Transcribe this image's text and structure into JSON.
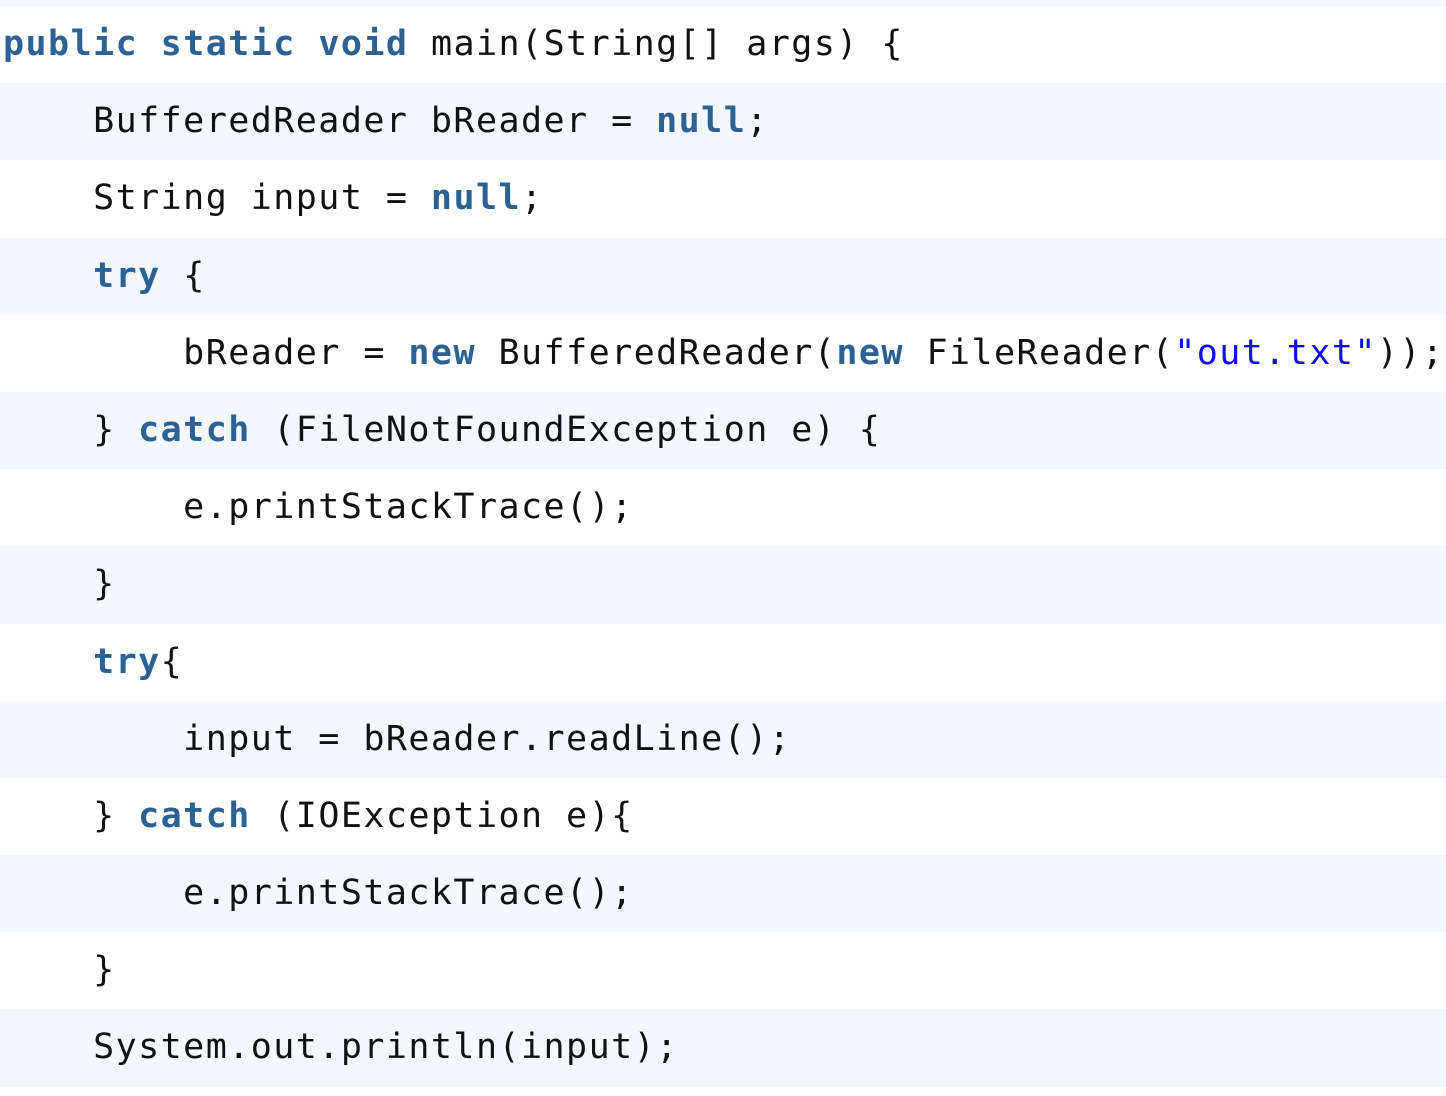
{
  "editor": {
    "language": "java",
    "colors": {
      "background": "#ffffff",
      "stripe": "#f4f8fc",
      "text": "#111111",
      "keyword": "#2c6193",
      "string": "#0d0df0"
    },
    "indent_unit": "    "
  },
  "code": {
    "lines": [
      {
        "index": 1,
        "indent": 0,
        "text": "public static void main(String[] args) {",
        "tokens": [
          {
            "t": "public",
            "k": "kw"
          },
          {
            "t": " ",
            "k": "plain"
          },
          {
            "t": "static",
            "k": "kw"
          },
          {
            "t": " ",
            "k": "plain"
          },
          {
            "t": "void",
            "k": "kw"
          },
          {
            "t": " main(String[] args) {",
            "k": "plain"
          }
        ]
      },
      {
        "index": 2,
        "indent": 1,
        "text": "BufferedReader bReader = null;",
        "tokens": [
          {
            "t": "    BufferedReader bReader = ",
            "k": "plain"
          },
          {
            "t": "null",
            "k": "kw"
          },
          {
            "t": ";",
            "k": "plain"
          }
        ]
      },
      {
        "index": 3,
        "indent": 1,
        "text": "String input = null;",
        "tokens": [
          {
            "t": "    String input = ",
            "k": "plain"
          },
          {
            "t": "null",
            "k": "kw"
          },
          {
            "t": ";",
            "k": "plain"
          }
        ]
      },
      {
        "index": 4,
        "indent": 1,
        "text": "try {",
        "tokens": [
          {
            "t": "    ",
            "k": "plain"
          },
          {
            "t": "try",
            "k": "kw"
          },
          {
            "t": " {",
            "k": "plain"
          }
        ]
      },
      {
        "index": 5,
        "indent": 2,
        "text": "bReader = new BufferedReader(new FileReader(\"out.txt\"));",
        "tokens": [
          {
            "t": "        bReader = ",
            "k": "plain"
          },
          {
            "t": "new",
            "k": "kw"
          },
          {
            "t": " BufferedReader(",
            "k": "plain"
          },
          {
            "t": "new",
            "k": "kw"
          },
          {
            "t": " FileReader(",
            "k": "plain"
          },
          {
            "t": "\"out.txt\"",
            "k": "str"
          },
          {
            "t": "));",
            "k": "plain"
          }
        ]
      },
      {
        "index": 6,
        "indent": 1,
        "text": "} catch (FileNotFoundException e) {",
        "tokens": [
          {
            "t": "    } ",
            "k": "plain"
          },
          {
            "t": "catch",
            "k": "kw"
          },
          {
            "t": " (FileNotFoundException e) {",
            "k": "plain"
          }
        ]
      },
      {
        "index": 7,
        "indent": 2,
        "text": "e.printStackTrace();",
        "tokens": [
          {
            "t": "        e.printStackTrace();",
            "k": "plain"
          }
        ]
      },
      {
        "index": 8,
        "indent": 1,
        "text": "}",
        "tokens": [
          {
            "t": "    }",
            "k": "plain"
          }
        ]
      },
      {
        "index": 9,
        "indent": 1,
        "text": "try{",
        "tokens": [
          {
            "t": "    ",
            "k": "plain"
          },
          {
            "t": "try",
            "k": "kw"
          },
          {
            "t": "{",
            "k": "plain"
          }
        ]
      },
      {
        "index": 10,
        "indent": 2,
        "text": "input = bReader.readLine();",
        "tokens": [
          {
            "t": "        input = bReader.readLine();",
            "k": "plain"
          }
        ]
      },
      {
        "index": 11,
        "indent": 1,
        "text": "} catch (IOException e){",
        "tokens": [
          {
            "t": "    } ",
            "k": "plain"
          },
          {
            "t": "catch",
            "k": "kw"
          },
          {
            "t": " (IOException e){",
            "k": "plain"
          }
        ]
      },
      {
        "index": 12,
        "indent": 2,
        "text": "e.printStackTrace();",
        "tokens": [
          {
            "t": "        e.printStackTrace();",
            "k": "plain"
          }
        ]
      },
      {
        "index": 13,
        "indent": 1,
        "text": "}",
        "tokens": [
          {
            "t": "    }",
            "k": "plain"
          }
        ]
      },
      {
        "index": 14,
        "indent": 1,
        "text": "System.out.println(input);",
        "tokens": [
          {
            "t": "    System.out.println(input);",
            "k": "plain"
          }
        ]
      }
    ]
  }
}
